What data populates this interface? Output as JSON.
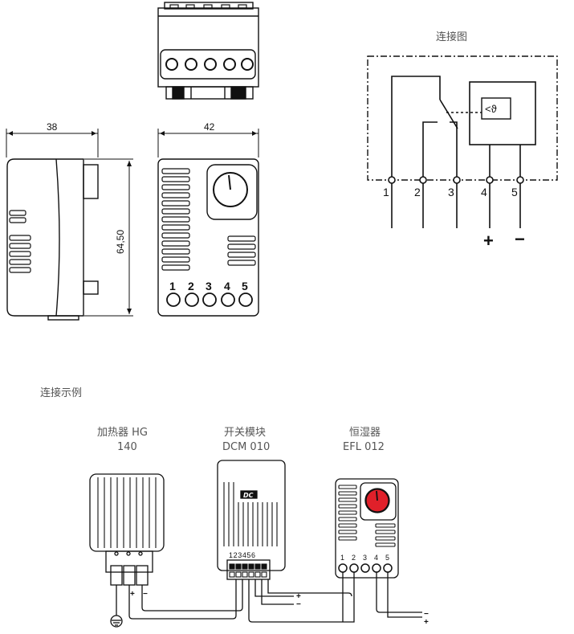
{
  "dimensions": {
    "depth": "38",
    "width": "42",
    "height": "64,50"
  },
  "wiring": {
    "title": "连接图",
    "terminals": [
      "1",
      "2",
      "3",
      "4",
      "5"
    ],
    "plus": "+",
    "minus": "−",
    "sensor_symbol": "<ϑ"
  },
  "example": {
    "title": "连接示例",
    "heater_name": "加热器 HG",
    "heater_model": "140",
    "module_name": "开关模块",
    "module_model": "DCM 010",
    "hygro_name": "恒湿器",
    "hygro_model": "EFL 012",
    "module_terminals": "123456",
    "module_logo": "DC",
    "plus": "+",
    "minus": "−",
    "hygro_terminals": [
      "1",
      "2",
      "3",
      "4",
      "5"
    ],
    "colors": {
      "dial_red": "#e0202a"
    }
  }
}
